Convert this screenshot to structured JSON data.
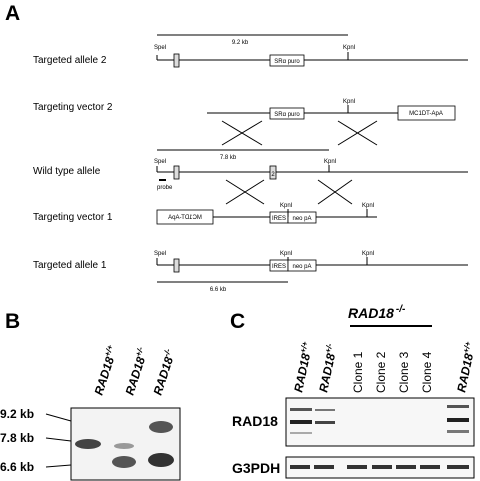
{
  "panel_a": {
    "letter": "A",
    "rows": [
      {
        "label": "Targeted allele 2",
        "top_size": "9.2 kb",
        "speI": "SpeI",
        "kpnI": "KpnI",
        "cassette": "SRα puro"
      },
      {
        "label": "Targeting vector 2",
        "kpnI": "KpnI",
        "cassette": "SRα puro",
        "box": "MC1DT-ApA"
      },
      {
        "label": "Wild type allele",
        "top_size": "7.8 kb",
        "speI": "SpeI",
        "kpnI": "KpnI",
        "exon": "2",
        "probe": "probe"
      },
      {
        "label": "Targeting vector 1",
        "kpnI_1": "KpnI",
        "kpnI_2": "KpnI",
        "box": "MC1DT-ApA",
        "ires": "IRES",
        "neo": "neo pA"
      },
      {
        "label": "Targeted allele 1",
        "speI": "SpeI",
        "kpnI_1": "KpnI",
        "kpnI_2": "KpnI",
        "ires": "IRES",
        "neo": "neo pA",
        "bottom_size": "6.6 kb"
      }
    ]
  },
  "panel_b": {
    "letter": "B",
    "gene": "RAD18",
    "lanes": [
      "+/+",
      "+/-",
      "-/-"
    ],
    "markers": [
      "9.2 kb",
      "7.8 kb",
      "6.6 kb"
    ]
  },
  "panel_c": {
    "letter": "C",
    "group_gene": "RAD18",
    "group_genotype": "-/-",
    "lanes": [
      {
        "gene": "RAD18",
        "genotype": "+/+"
      },
      {
        "gene": "RAD18",
        "genotype": "+/-"
      },
      {
        "gene": "",
        "genotype": "",
        "clone": "Clone 1"
      },
      {
        "gene": "",
        "genotype": "",
        "clone": "Clone 2"
      },
      {
        "gene": "",
        "genotype": "",
        "clone": "Clone 3"
      },
      {
        "gene": "",
        "genotype": "",
        "clone": "Clone 4"
      },
      {
        "gene": "RAD18",
        "genotype": "+/+"
      }
    ],
    "blot_labels": [
      "RAD18",
      "G3PDH"
    ]
  }
}
